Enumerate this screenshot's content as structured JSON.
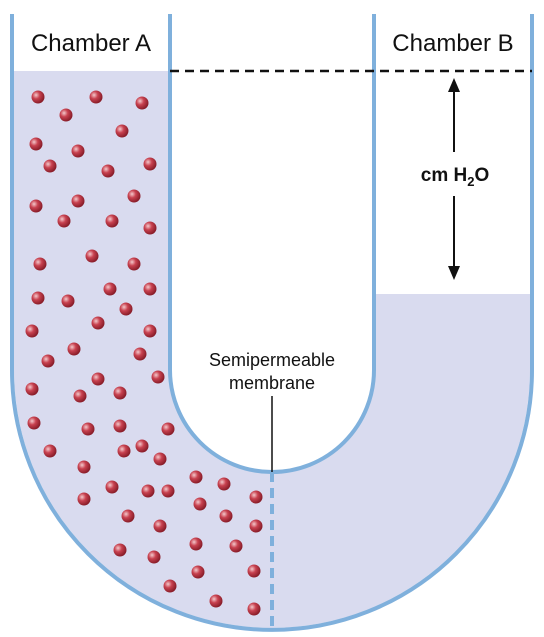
{
  "labels": {
    "chamber_a": "Chamber A",
    "chamber_b": "Chamber B",
    "pressure_main": "cm H",
    "pressure_sub": "2",
    "pressure_tail": "O",
    "membrane_line1": "Semipermeable",
    "membrane_line2": "membrane"
  },
  "colors": {
    "tube_wall": "#7fb0dc",
    "fluid": "#d9dbef",
    "particle": "#b5303f",
    "particle_highlight": "#f2c3c6",
    "text": "#111111"
  }
}
